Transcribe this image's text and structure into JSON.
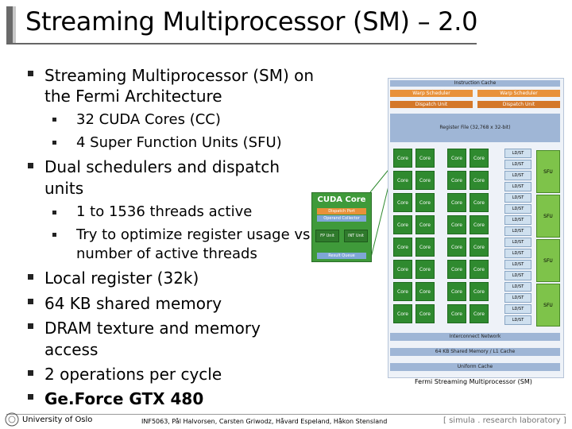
{
  "title": "Streaming Multiprocessor (SM) – 2.0",
  "bullets": {
    "b1_l1": "Streaming Multiprocessor (SM) on",
    "b1_l2": "the Fermi Architecture",
    "b1_sub1": "32 CUDA Cores (CC)",
    "b1_sub2": "4 Super Function Units (SFU)",
    "b2_l1": "Dual schedulers and dispatch",
    "b2_l2": "units",
    "b2_sub1": "1 to 1536 threads active",
    "b2_sub2_l1": "Try to optimize register usage vs.",
    "b2_sub2_l2": "number of active threads",
    "b3": "Local register (32k)",
    "b4": "64 KB shared memory",
    "b5_l1": "DRAM texture and memory",
    "b5_l2": "access",
    "b6": "2 operations per cycle",
    "b7": "Ge.Force GTX 480"
  },
  "diagram": {
    "instruction_cache": "Instruction Cache",
    "warp_scheduler": "Warp Scheduler",
    "dispatch_unit": "Dispatch Unit",
    "register_file": "Register File (32,768 x 32-bit)",
    "core": "Core",
    "ldst": "LD/ST",
    "sfu": "SFU",
    "interconnect": "Interconnect Network",
    "shared_memory": "64 KB Shared Memory / L1 Cache",
    "uniform_cache": "Uniform Cache",
    "caption": "Fermi Streaming Multiprocessor (SM)"
  },
  "cuda_core": {
    "title": "CUDA Core",
    "dispatch_port": "Dispatch Port",
    "operand_collector": "Operand Collector",
    "fp_unit": "FP Unit",
    "int_unit": "INT Unit",
    "result_queue": "Result Queue"
  },
  "footer": {
    "university": "University of Oslo",
    "authors": "INF5063, Pål Halvorsen, Carsten Griwodz, Håvard Espeland, Håkon Stensland",
    "lab": "[ simula . research laboratory ]"
  },
  "colors": {
    "core_green": "#2f8a2f",
    "sfu_green": "#7ec34a",
    "scheduler_orange": "#e8913a",
    "memory_blue": "#9fb6d6"
  }
}
